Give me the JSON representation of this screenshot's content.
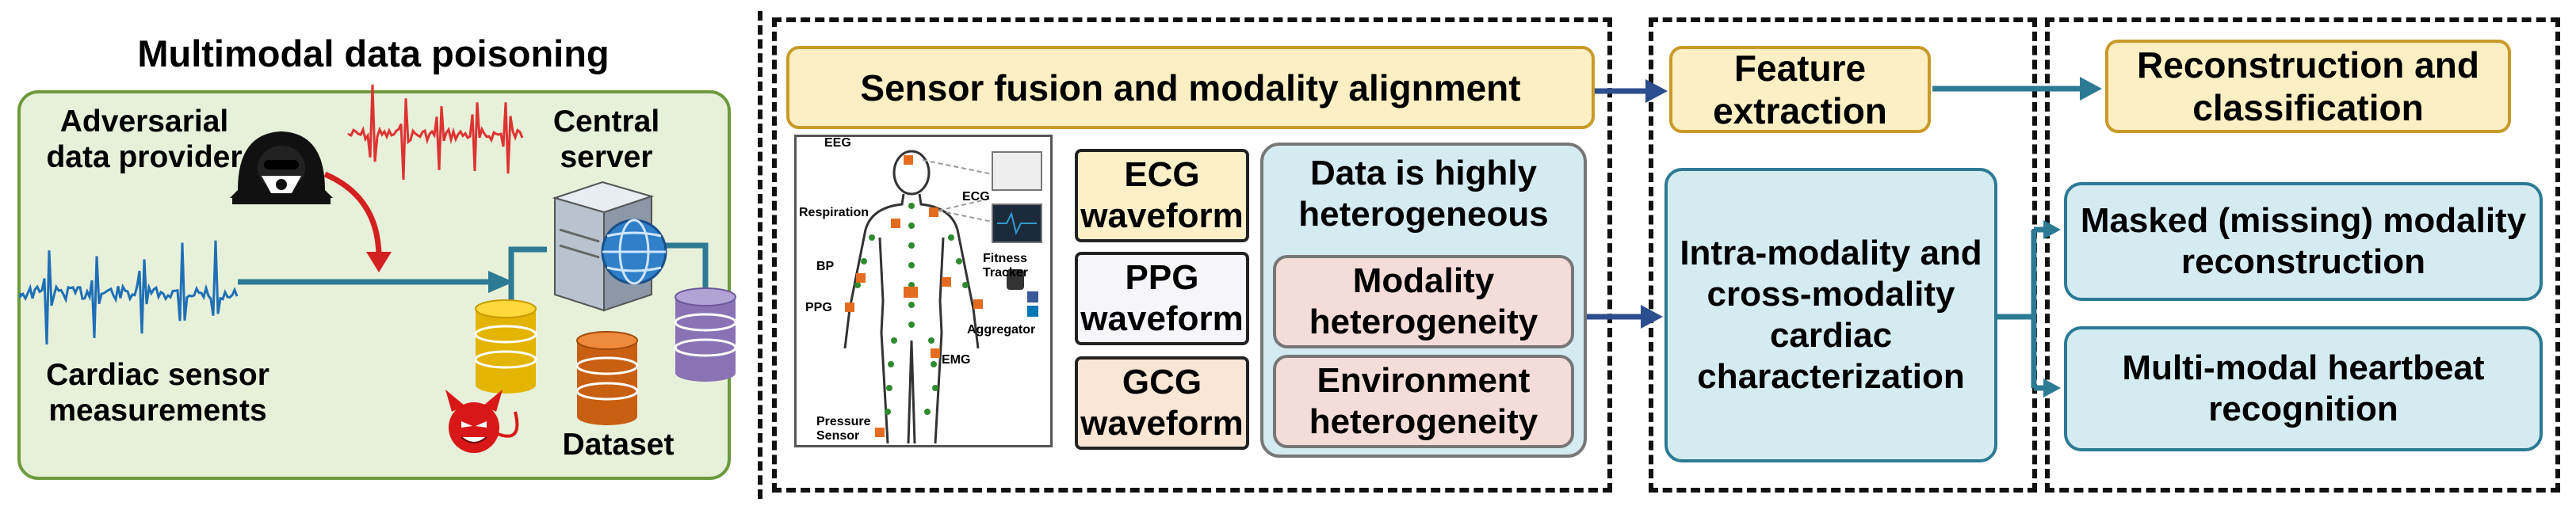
{
  "poisoning": {
    "title": "Multimodal data poisoning",
    "adversary_label": "Adversarial data provider",
    "server_label": "Central server",
    "sensor_label": "Cardiac sensor measurements",
    "dataset_label": "Dataset"
  },
  "fusion": {
    "title": "Sensor fusion and modality alignment",
    "body_labels": {
      "eeg": "EEG",
      "ecg": "ECG",
      "respiration": "Respiration",
      "bp": "BP",
      "ppg": "PPG",
      "fitness": "Fitness Tracker",
      "aggregator": "Aggregator",
      "emg": "EMG",
      "pressure": "Pressure Sensor"
    },
    "waveforms": [
      {
        "name": "ECG",
        "suffix": "waveform"
      },
      {
        "name": "PPG",
        "suffix": "waveform"
      },
      {
        "name": "GCG",
        "suffix": "waveform"
      }
    ],
    "heterogeneous_title": "Data is highly heterogeneous",
    "modality_box": "Modality heterogeneity",
    "environment_box": "Environment heterogeneity"
  },
  "feature": {
    "title": "Feature extraction",
    "characterization": "Intra-modality and cross-modality cardiac characterization"
  },
  "reconstruction": {
    "title": "Reconstruction and classification",
    "masked": "Masked (missing) modality reconstruction",
    "heartbeat": "Multi-modal heartbeat recognition"
  },
  "colors": {
    "panel_green": "#e7f0d9",
    "yellow_box": "#fdefc4",
    "blue_box": "#d5ebf2",
    "arrow_blue": "#2c6e8e",
    "arrow_red": "#d42020",
    "signal_blue": "#1f6fb5",
    "signal_red": "#d33"
  }
}
